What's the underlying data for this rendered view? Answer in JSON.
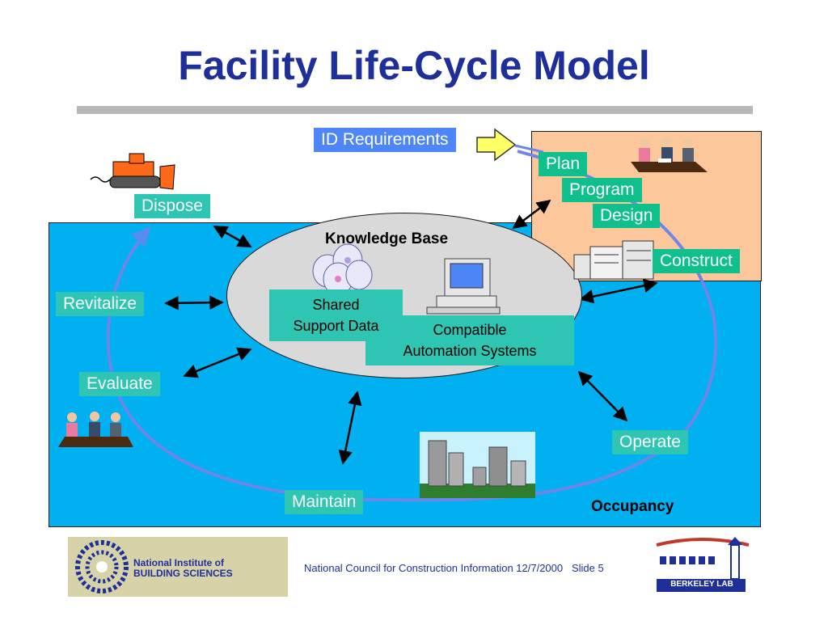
{
  "title": "Facility Life-Cycle Model",
  "stages": {
    "id_requirements": "ID Requirements",
    "plan": "Plan",
    "program": "Program",
    "design": "Design",
    "construct": "Construct",
    "operate": "Operate",
    "maintain": "Maintain",
    "evaluate": "Evaluate",
    "revitalize": "Revitalize",
    "dispose": "Dispose"
  },
  "knowledge_base": {
    "title": "Knowledge Base",
    "shared_data": "Shared\nSupport Data",
    "automation": "Compatible\nAutomation Systems"
  },
  "occupancy_label": "Occupancy",
  "footer": {
    "text": "National Council for Construction Information 12/7/2000   Slide 5",
    "nibs_logo_text": "National Institute of\nBUILDING SCIENCES",
    "berkeley_logo_text": "BERKELEY LAB"
  },
  "colors": {
    "title": "#1f2f9a",
    "occupancy_bg": "#00b0f0",
    "design_bg": "#fcc89b",
    "label_teal": "#2ec6b2",
    "label_green": "#0fbf8c",
    "label_blue": "#4f86f7"
  },
  "icons": [
    "bulldozer-icon",
    "meeting-icon",
    "disk-stack-icon",
    "computer-icon",
    "office-building-icon",
    "city-skyline-icon",
    "right-arrow-icon"
  ]
}
